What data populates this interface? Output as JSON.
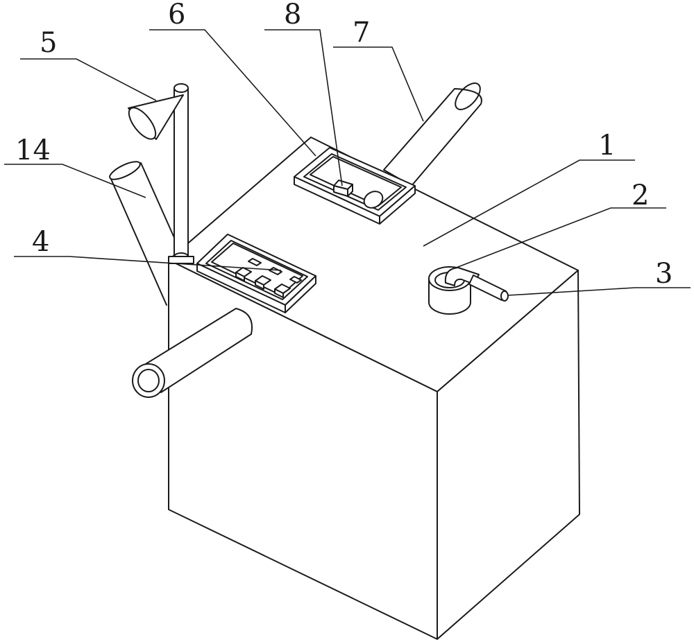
{
  "labels": {
    "tank": "1",
    "elbow": "2",
    "outlet_pipe": "3",
    "panel_left": "4",
    "lamp": "5",
    "panel_right": "6",
    "top_pipe": "7",
    "sensor": "8",
    "funnel": "14"
  },
  "colors": {
    "line": "#1a1a1a",
    "background": "#ffffff"
  }
}
